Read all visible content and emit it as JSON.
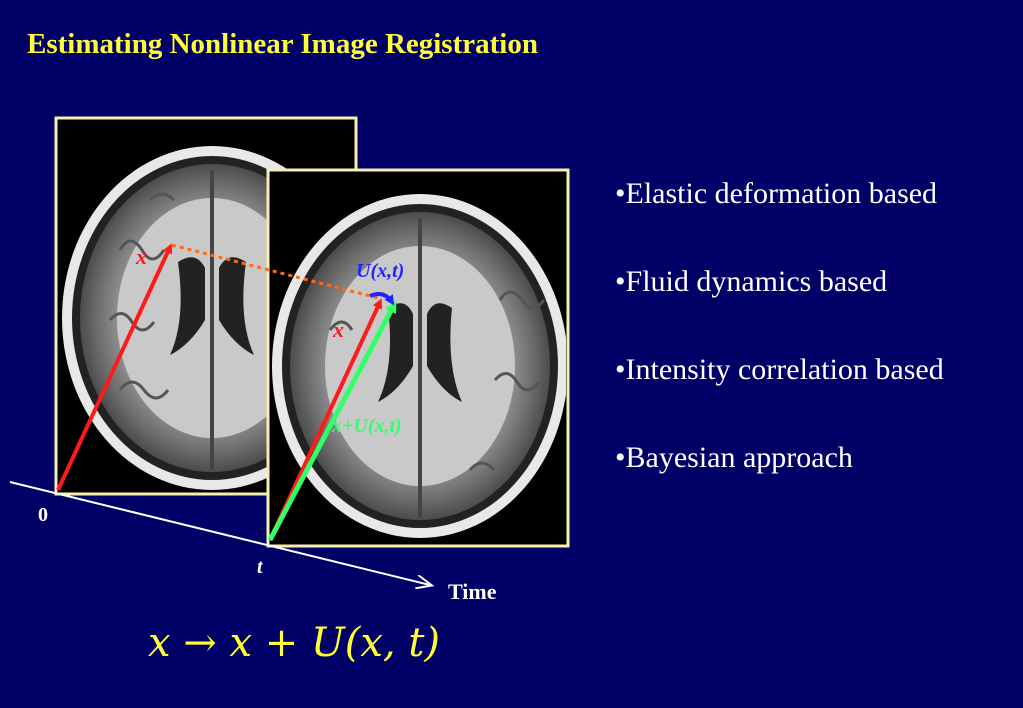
{
  "slide": {
    "title": "Estimating Nonlinear Image Registration"
  },
  "bullets": [
    "•Elastic deformation based",
    "•Fluid dynamics based",
    "•Intensity correlation based",
    "•Bayesian approach"
  ],
  "diagram": {
    "label_x_first": "x",
    "label_x_second": "x",
    "label_displacement": "U(x,t)",
    "label_sum": "x+U(x,t)",
    "label_origin": "0",
    "label_t": "t",
    "label_time": "Time",
    "frame_border_color": "#f5f0b0",
    "arrow_x_color": "#ff1a1a",
    "arrow_sum_color": "#33ff66",
    "arrow_displacement_color": "#2222ff",
    "correspondence_line_color": "#ff6a1a"
  },
  "formula": {
    "lhs": "x",
    "arrow": "→",
    "rhs_x": "x",
    "plus": "+",
    "rhs_u": "U(x, t)"
  },
  "colors": {
    "background": "#000066",
    "title": "#ffff33",
    "text": "#ffffff"
  }
}
